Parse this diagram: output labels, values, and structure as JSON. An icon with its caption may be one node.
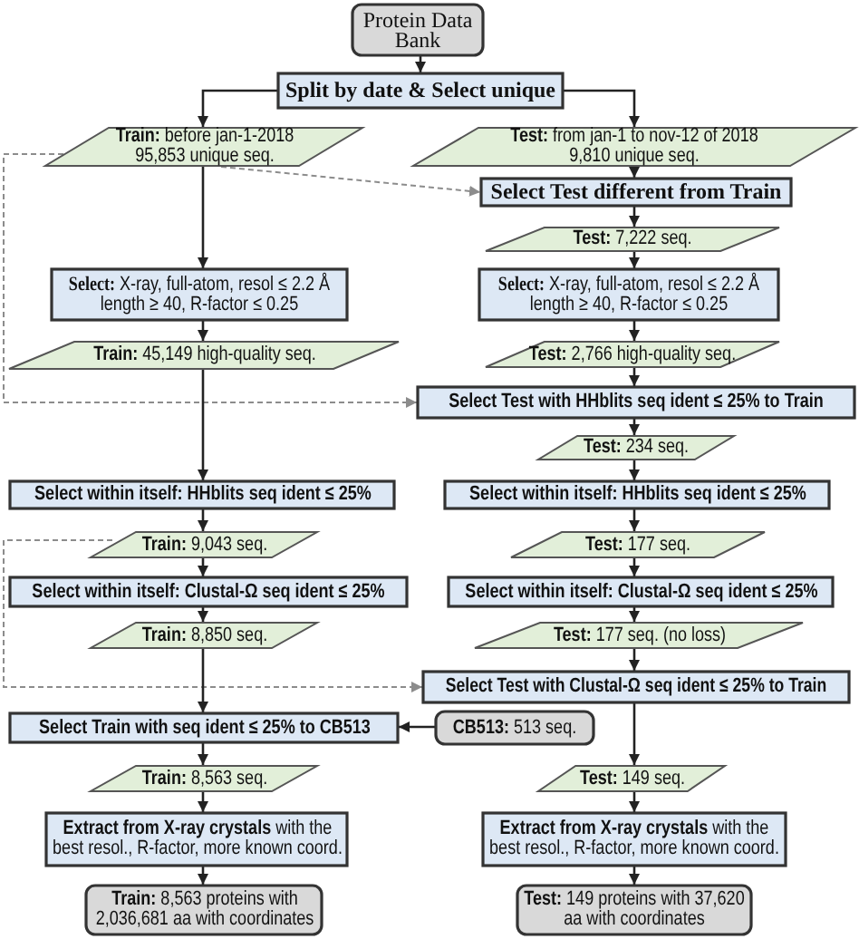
{
  "diagram": {
    "nodes": [
      {
        "text": [
          "Protein Data Bank"
        ]
      },
      {
        "text": [
          "Split by date & Select unique"
        ]
      },
      {
        "text": [
          "**Train:** before jan-1-2018 95,853 unique seq."
        ]
      },
      {
        "text": [
          "**Test:** from jan-1 to nov-12 of 2018 9,810 unique seq."
        ]
      },
      {
        "text": [
          "Select Test different from Train"
        ]
      },
      {
        "text": [
          "**Test:** 7,222 seq."
        ]
      },
      {
        "text": [
          "**Select:** X-ray, full-atom, resol ≤ 2.2 Å length ≥ 40, R-factor ≤ 0.25"
        ]
      },
      {
        "text": [
          "**Train:** 45,149 high-quality seq."
        ]
      },
      {
        "text": [
          "**Select:** X-ray, full-atom, resol ≤ 2.2 Å length ≥ 40, R-factor ≤ 0.25"
        ]
      },
      {
        "text": [
          "**Test:** 2,766 high-quality seq."
        ]
      },
      {
        "text": [
          "Select Test with HHblits seq ident ≤ 25% to Train"
        ]
      },
      {
        "text": [
          "**Test:** 234 seq."
        ]
      },
      {
        "text": [
          "Select within itself: HHblits seq ident ≤ 25%"
        ]
      },
      {
        "text": [
          "Select within itself: HHblits seq ident ≤ 25%"
        ]
      },
      {
        "text": [
          "**Train:** 9,043 seq."
        ]
      },
      {
        "text": [
          "**Test:** 177 seq."
        ]
      },
      {
        "text": [
          "Select within itself: Clustal-Ω seq ident ≤ 25%"
        ]
      },
      {
        "text": [
          "Select within itself: Clustal-Ω seq ident ≤ 25%"
        ]
      },
      {
        "text": [
          "**Train:** 8,850 seq."
        ]
      },
      {
        "text": [
          "**Test:** 177 seq. (no loss)"
        ]
      },
      {
        "text": [
          "Select Test with Clustal-Ω seq ident ≤ 25% to Train"
        ]
      },
      {
        "text": [
          "Select Train with seq ident ≤ 25% to CB513"
        ]
      },
      {
        "text": [
          "**CB513:** 513 seq."
        ]
      },
      {
        "text": [
          "**Train:** 8,563 seq."
        ]
      },
      {
        "text": [
          "**Test:** 149 seq."
        ]
      },
      {
        "text": [
          "**Extract from X-ray crystals** with the best resol., R-factor, more known coord."
        ]
      },
      {
        "text": [
          "**Extract from X-ray crystals** with the best resol., R-factor, more known coord."
        ]
      },
      {
        "text": [
          "**Train:** 8,563 proteins with 2,036,681 aa with coordinates"
        ]
      },
      {
        "text": [
          "**Test:** 149 proteins with 37,620 aa with coordinates"
        ]
      }
    ],
    "edges": [
      {
        "from": 0,
        "to": 1,
        "arrow": "to"
      },
      {
        "from": 1,
        "to": 2,
        "arrow": "to"
      },
      {
        "from": 1,
        "to": 3,
        "arrow": "to"
      },
      {
        "from": 2,
        "to": 6,
        "arrow": "to"
      },
      {
        "from": 2,
        "to": 4,
        "arrow": "to",
        "style": "dashed",
        "color": "#8c8c8c"
      },
      {
        "from": 2,
        "to": 10,
        "arrow": "to",
        "style": "dashed",
        "color": "#8c8c8c"
      },
      {
        "from": 3,
        "to": 4,
        "arrow": "to"
      },
      {
        "from": 4,
        "to": 5,
        "arrow": "to"
      },
      {
        "from": 5,
        "to": 8,
        "arrow": "to"
      },
      {
        "from": 8,
        "to": 9,
        "arrow": "to"
      },
      {
        "from": 6,
        "to": 7,
        "arrow": "to"
      },
      {
        "from": 9,
        "to": 10,
        "arrow": "to"
      },
      {
        "from": 10,
        "to": 11,
        "arrow": "to"
      },
      {
        "from": 7,
        "to": 12,
        "arrow": "to"
      },
      {
        "from": 11,
        "to": 13,
        "arrow": "to"
      },
      {
        "from": 12,
        "to": 14,
        "arrow": "to"
      },
      {
        "from": 13,
        "to": 15,
        "arrow": "to"
      },
      {
        "from": 14,
        "to": 16,
        "arrow": "to"
      },
      {
        "from": 15,
        "to": 17,
        "arrow": "to"
      },
      {
        "from": 16,
        "to": 18,
        "arrow": "to"
      },
      {
        "from": 14,
        "to": 20,
        "arrow": "to",
        "style": "dashed",
        "color": "#8c8c8c"
      },
      {
        "from": 17,
        "to": 19,
        "arrow": "to"
      },
      {
        "from": 19,
        "to": 20,
        "arrow": "to"
      },
      {
        "from": 18,
        "to": 21,
        "arrow": "to"
      },
      {
        "from": 22,
        "to": 21,
        "arrow": "to"
      },
      {
        "from": 20,
        "to": 24,
        "arrow": "to"
      },
      {
        "from": 21,
        "to": 23,
        "arrow": "to"
      },
      {
        "from": 23,
        "to": 25,
        "arrow": "to"
      },
      {
        "from": 24,
        "to": 26,
        "arrow": "to"
      },
      {
        "from": 25,
        "to": 27,
        "arrow": "to"
      },
      {
        "from": 26,
        "to": 28,
        "arrow": "to"
      }
    ]
  }
}
